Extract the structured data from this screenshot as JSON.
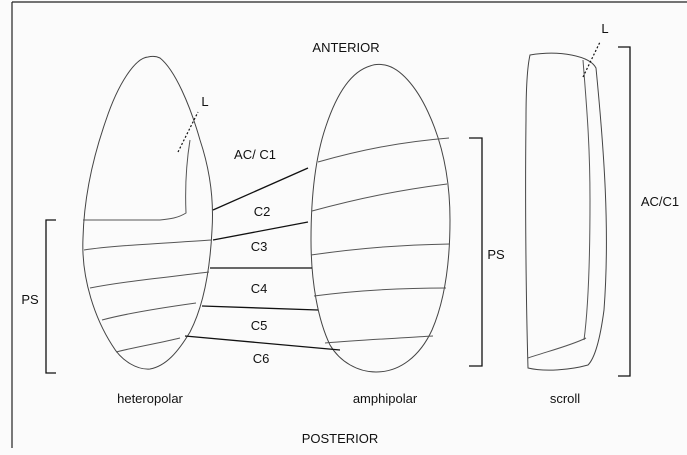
{
  "title_top": "ANTERIOR",
  "title_bottom": "POSTERIOR",
  "forms": {
    "heteropolar": "heteropolar",
    "amphipolar": "amphipolar",
    "scroll": "scroll"
  },
  "segment_labels": [
    "AC/ C1",
    "C2",
    "C3",
    "C4",
    "C5",
    "C6"
  ],
  "bracket_labels": {
    "left_ps": "PS",
    "mid_ps": "PS",
    "right_ac": "AC/C1"
  },
  "marker_labels": {
    "left_l": "L",
    "right_l": "L"
  }
}
